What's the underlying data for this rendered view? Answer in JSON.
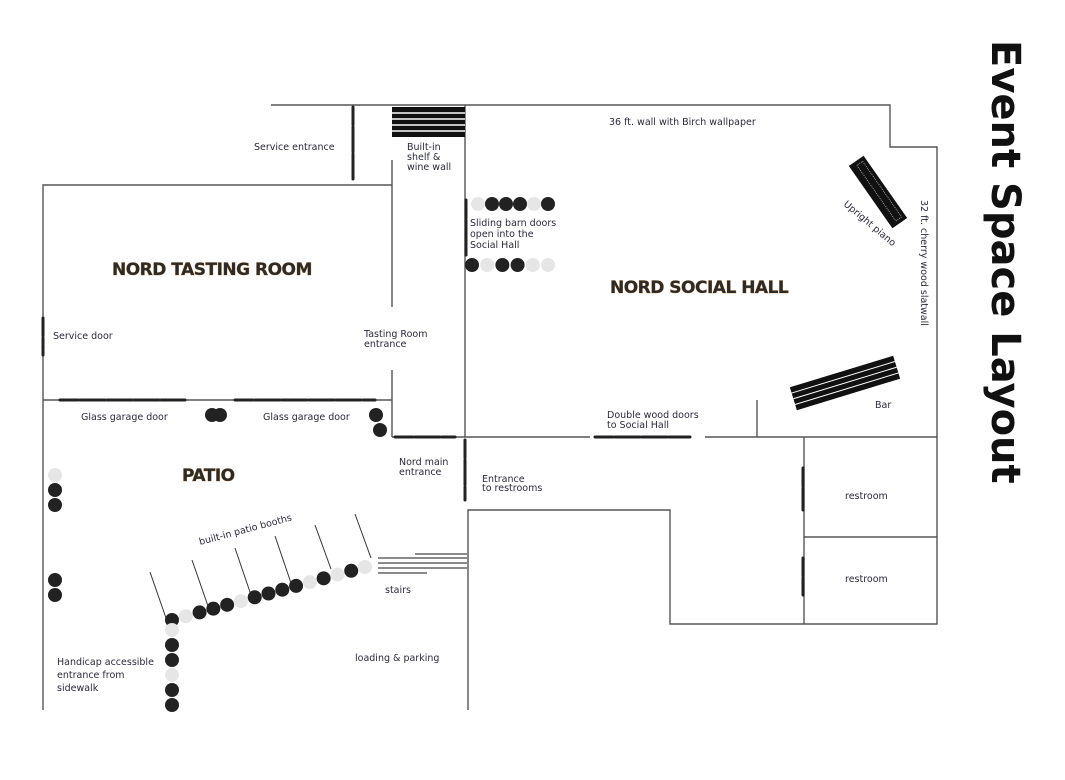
{
  "title": "Event Space Layout",
  "rooms": {
    "tasting_room": "NORD TASTING ROOM",
    "social_hall": "NORD SOCIAL HALL",
    "patio": "PATIO"
  },
  "labels": {
    "service_entrance": "Service entrance",
    "shelf": [
      "Built-in",
      "shelf &",
      "wine wall"
    ],
    "birch_wall": "36 ft. wall with Birch wallpaper",
    "barn_doors": [
      "Sliding barn doors",
      "open into the",
      "Social Hall"
    ],
    "piano": "Upright piano",
    "slatwall": "32 ft. cherry wood slatwall",
    "service_door": "Service door",
    "tasting_entrance": [
      "Tasting Room",
      "entrance"
    ],
    "bar": "Bar",
    "double_doors": [
      "Double wood doors",
      "to Social Hall"
    ],
    "garage_door_1": "Glass garage door",
    "garage_door_2": "Glass garage door",
    "main_entrance": [
      "Nord main",
      "entrance"
    ],
    "restroom_entrance": [
      "Entrance",
      "to restrooms"
    ],
    "restroom_1": "restroom",
    "restroom_2": "restroom",
    "booths": "built-in patio booths",
    "stairs": "stairs",
    "loading": "loading & parking",
    "handicap": [
      "Handicap accessible",
      "entrance from",
      "sidewalk"
    ]
  },
  "colors": {
    "wall": "#555555",
    "room_outline": "#c98a3e",
    "plant_dark": "#222222",
    "plant_light": "#e6e6e6"
  }
}
